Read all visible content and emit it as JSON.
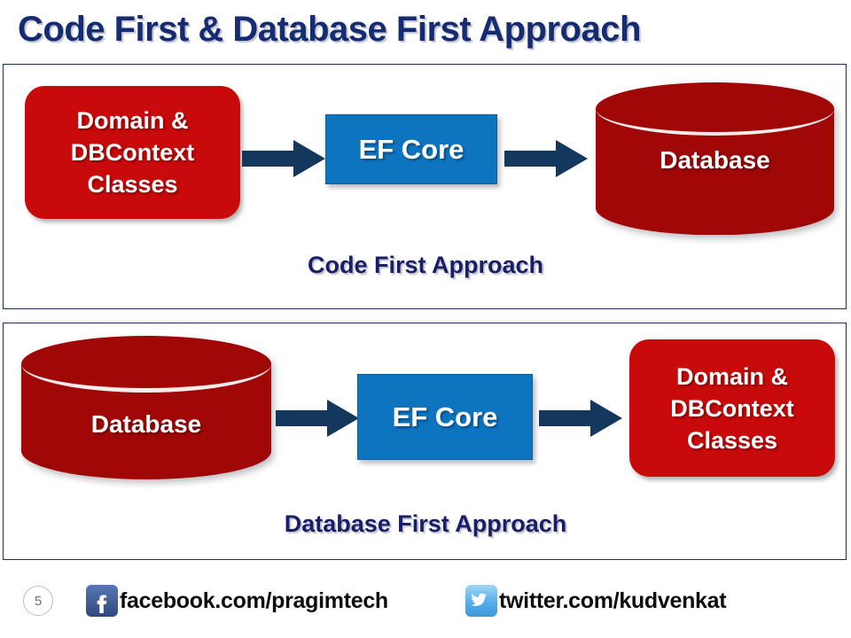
{
  "slide": {
    "title": "Code First & Database First Approach",
    "page_number": "5"
  },
  "colors": {
    "title_navy": "#152C72",
    "caption_navy": "#181E67",
    "red_box": "#C80A0A",
    "cylinder_red": "#A00808",
    "cylinder_red_dark": "#8C0606",
    "ef_core_blue": "#0D74C0",
    "arrow_navy": "#14375E",
    "panel_border": "#1b3050",
    "facebook_blue": "#3B5998",
    "twitter_blue": "#55ACEE"
  },
  "panels": [
    {
      "id": "code-first",
      "caption": "Code First Approach",
      "source": {
        "type": "red-box",
        "lines": [
          "Domain &",
          "DBContext",
          "Classes"
        ]
      },
      "middle": {
        "type": "blue-box",
        "label": "EF Core"
      },
      "target": {
        "type": "cylinder",
        "label": "Database"
      }
    },
    {
      "id": "database-first",
      "caption": "Database First Approach",
      "source": {
        "type": "cylinder",
        "label": "Database"
      },
      "middle": {
        "type": "blue-box",
        "label": "EF Core"
      },
      "target": {
        "type": "red-box",
        "lines": [
          "Domain &",
          "DBContext",
          "Classes"
        ]
      }
    }
  ],
  "footer": {
    "facebook": {
      "icon": "facebook-icon",
      "text": "facebook.com/pragimtech"
    },
    "twitter": {
      "icon": "twitter-icon",
      "text": "twitter.com/kudvenkat"
    }
  }
}
